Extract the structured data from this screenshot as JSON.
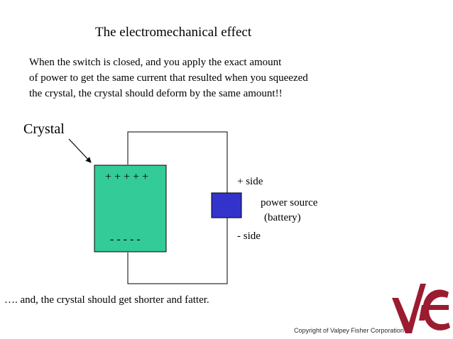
{
  "title": "The electromechanical effect",
  "paragraph": [
    "When the switch is closed, and you apply the exact amount",
    "of power to get the same current that resulted when you squeezed",
    "the crystal, the crystal should deform by the same amount!!"
  ],
  "crystal": {
    "label": "Crystal",
    "top_charges": "+ + + + +",
    "bottom_charges": "- - - - -",
    "fill_color": "#33cc99"
  },
  "battery": {
    "plus_label": "+ side",
    "minus_label": "- side",
    "name_line1": "power source",
    "name_line2": "(battery)",
    "fill_color": "#3333cc"
  },
  "conclusion": "…. and, the crystal should get shorter and fatter.",
  "copyright": "Copyright of Valpey Fisher Corporation",
  "logo": {
    "text": "VFC",
    "color": "#9b1b30"
  }
}
